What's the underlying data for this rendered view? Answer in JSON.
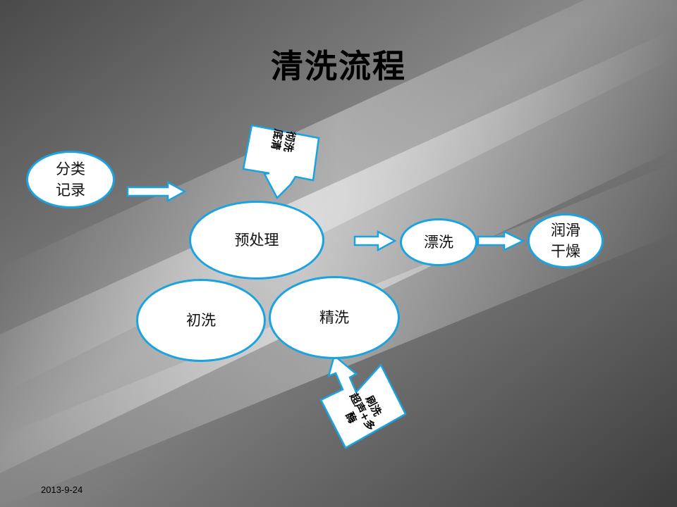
{
  "title": "清洗流程",
  "nodes": {
    "classify": [
      "分类",
      "记录"
    ],
    "pretreat": "预处理",
    "rinse": "漂洗",
    "lubricate": [
      "润滑",
      "干燥"
    ],
    "initial_wash": "初洗",
    "fine_wash": "精洗"
  },
  "callouts": {
    "top": [
      "彻洗",
      "底清"
    ],
    "bottom": [
      "刷洗",
      "超声+多",
      "酶"
    ]
  },
  "footer": {
    "date": "2013-9-24"
  },
  "colors": {
    "outline": "#1aa3e0",
    "background": "#5a5a5a",
    "fill": "#ffffff"
  }
}
